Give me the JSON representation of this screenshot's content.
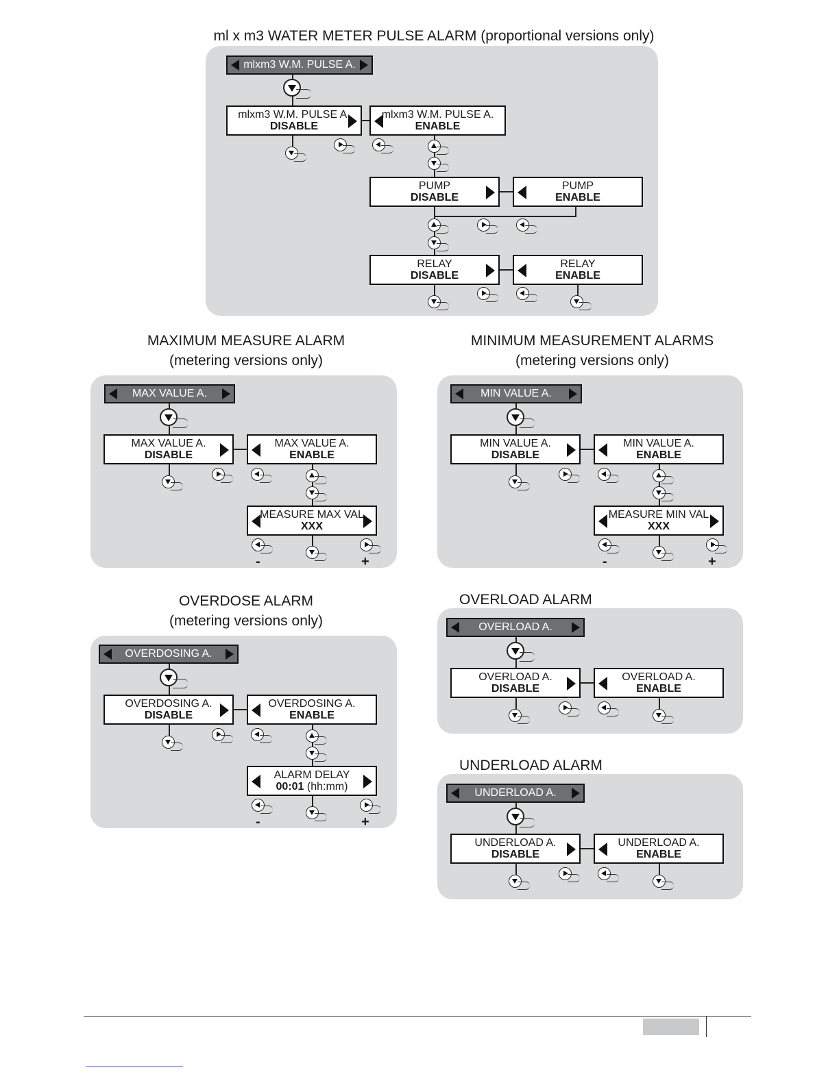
{
  "sections": {
    "wm": {
      "title": "ml x m3 WATER METER PULSE ALARM (proportional versions only)",
      "header": "mlxm3 W.M. PULSE A.",
      "disable_line1": "mlxm3 W.M. PULSE A.",
      "disable_line2": "DISABLE",
      "enable_line1": "mlxm3 W.M. PULSE A.",
      "enable_line2": "ENABLE",
      "pump_disable_line1": "PUMP",
      "pump_disable_line2": "DISABLE",
      "pump_enable_line1": "PUMP",
      "pump_enable_line2": "ENABLE",
      "relay_disable_line1": "RELAY",
      "relay_disable_line2": "DISABLE",
      "relay_enable_line1": "RELAY",
      "relay_enable_line2": "ENABLE"
    },
    "max": {
      "title_line1": "MAXIMUM MEASURE ALARM",
      "title_line2": "(metering versions only)",
      "header": "MAX VALUE A.",
      "disable_line1": "MAX VALUE A.",
      "disable_line2": "DISABLE",
      "enable_line1": "MAX VALUE A.",
      "enable_line2": "ENABLE",
      "value_line1": "MEASURE MAX VAL",
      "value_line2": "XXX",
      "minus": "-",
      "plus": "+"
    },
    "min": {
      "title_line1": "MINIMUM MEASUREMENT ALARMS",
      "title_line2": "(metering versions only)",
      "header": "MIN VALUE A.",
      "disable_line1": "MIN VALUE A.",
      "disable_line2": "DISABLE",
      "enable_line1": "MIN VALUE A.",
      "enable_line2": "ENABLE",
      "value_line1": "MEASURE MIN VAL",
      "value_line2": "XXX",
      "minus": "-",
      "plus": "+"
    },
    "overdose": {
      "title_line1": "OVERDOSE ALARM",
      "title_line2": "(metering versions only)",
      "header": "OVERDOSING A.",
      "disable_line1": "OVERDOSING A.",
      "disable_line2": "DISABLE",
      "enable_line1": "OVERDOSING A.",
      "enable_line2": "ENABLE",
      "delay_line1": "ALARM DELAY",
      "delay_value": "00:01",
      "delay_unit": "(hh:mm)",
      "minus": "-",
      "plus": "+"
    },
    "overload": {
      "title": "OVERLOAD ALARM",
      "header": "OVERLOAD A.",
      "disable_line1": "OVERLOAD A.",
      "disable_line2": "DISABLE",
      "enable_line1": "OVERLOAD A.",
      "enable_line2": "ENABLE"
    },
    "underload": {
      "title": "UNDERLOAD ALARM",
      "header": "UNDERLOAD A.",
      "disable_line1": "UNDERLOAD A.",
      "disable_line2": "DISABLE",
      "enable_line1": "UNDERLOAD A.",
      "enable_line2": "ENABLE"
    }
  },
  "icons": {
    "down": "down-arrow-button-icon",
    "up": "up-arrow-button-icon",
    "right": "right-arrow-button-icon",
    "left": "left-arrow-button-icon"
  },
  "colors": {
    "panel": "#d9dadc",
    "header": "#6e6f73",
    "border": "#111111"
  }
}
